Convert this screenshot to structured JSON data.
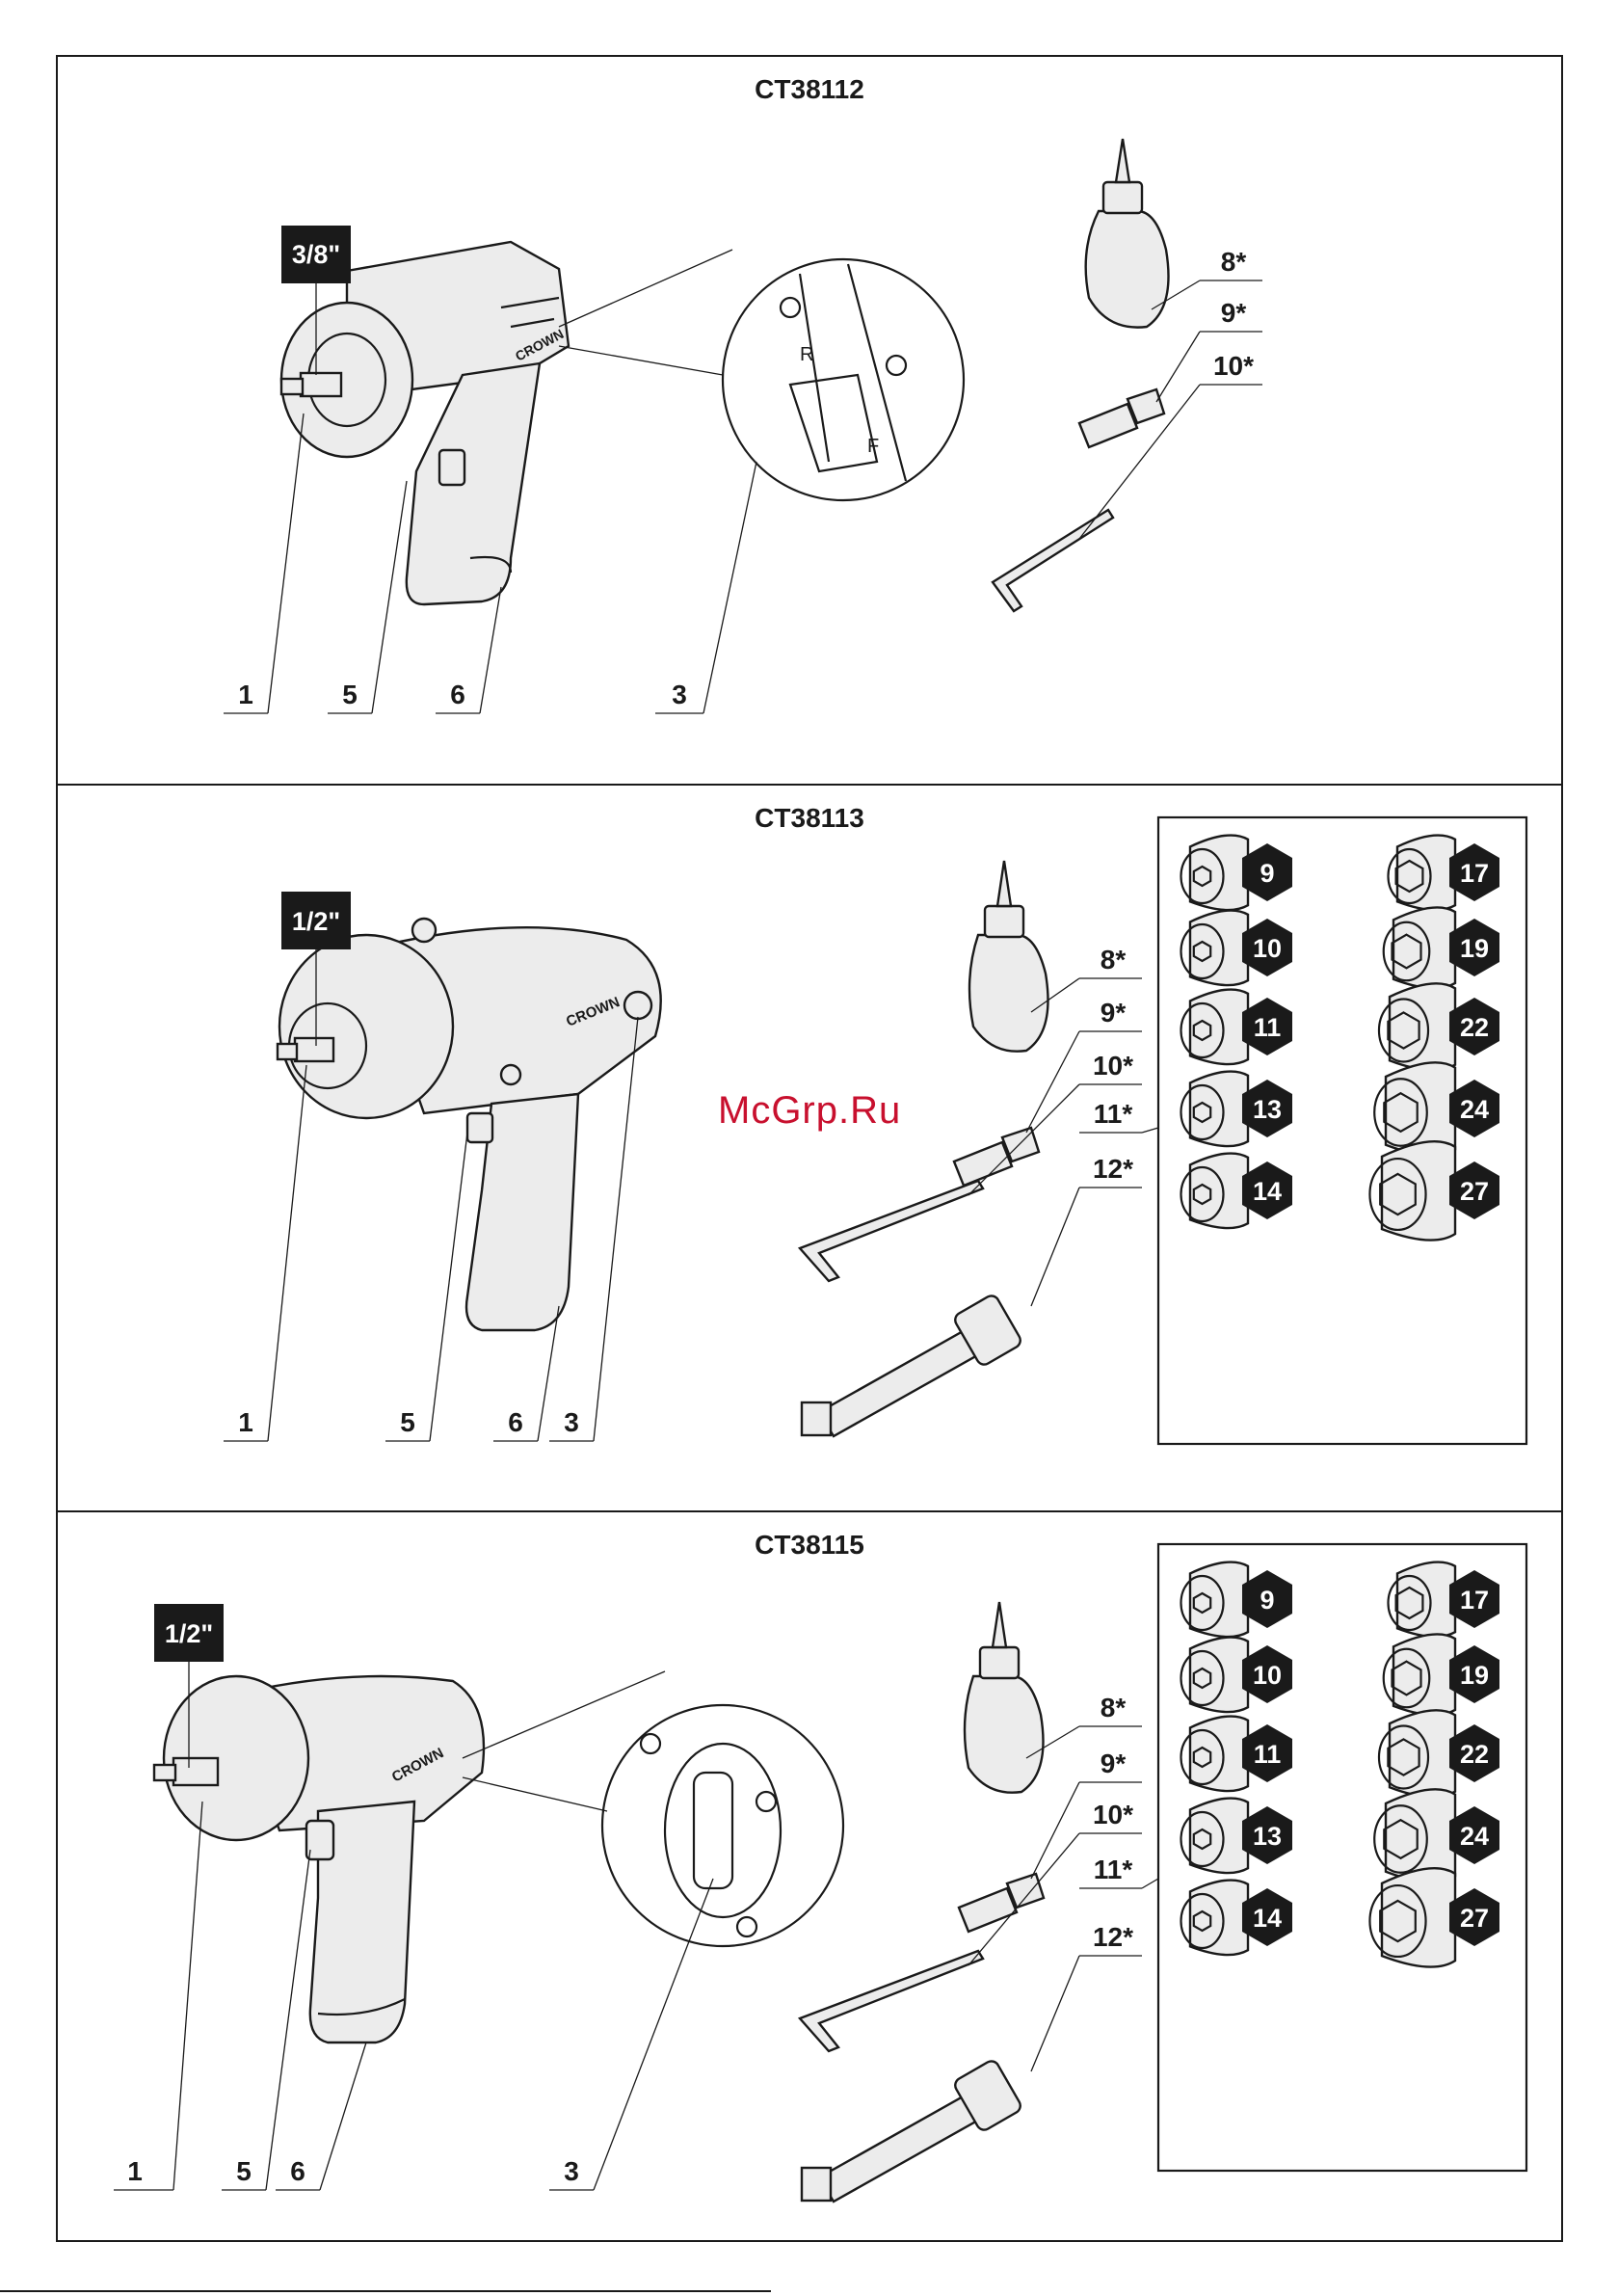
{
  "panels": [
    {
      "model": "CT38112",
      "drive_size": "3/8\"",
      "labels": [
        "1",
        "5",
        "6",
        "3",
        "8*",
        "9*",
        "10*"
      ]
    },
    {
      "model": "CT38113",
      "drive_size": "1/2\"",
      "labels": [
        "1",
        "5",
        "6",
        "3",
        "8*",
        "9*",
        "10*",
        "11*",
        "12*"
      ],
      "socket_sizes": [
        "9",
        "17",
        "10",
        "19",
        "11",
        "22",
        "13",
        "24",
        "14",
        "27"
      ]
    },
    {
      "model": "CT38115",
      "drive_size": "1/2\"",
      "labels": [
        "1",
        "5",
        "6",
        "3",
        "8*",
        "9*",
        "10*",
        "11*",
        "12*"
      ],
      "socket_sizes": [
        "9",
        "17",
        "10",
        "19",
        "11",
        "22",
        "13",
        "24",
        "14",
        "27"
      ]
    }
  ],
  "brand": "CROWN",
  "detail_letters": {
    "reverse": "R",
    "forward": "F"
  },
  "watermark": "McGrp.Ru"
}
